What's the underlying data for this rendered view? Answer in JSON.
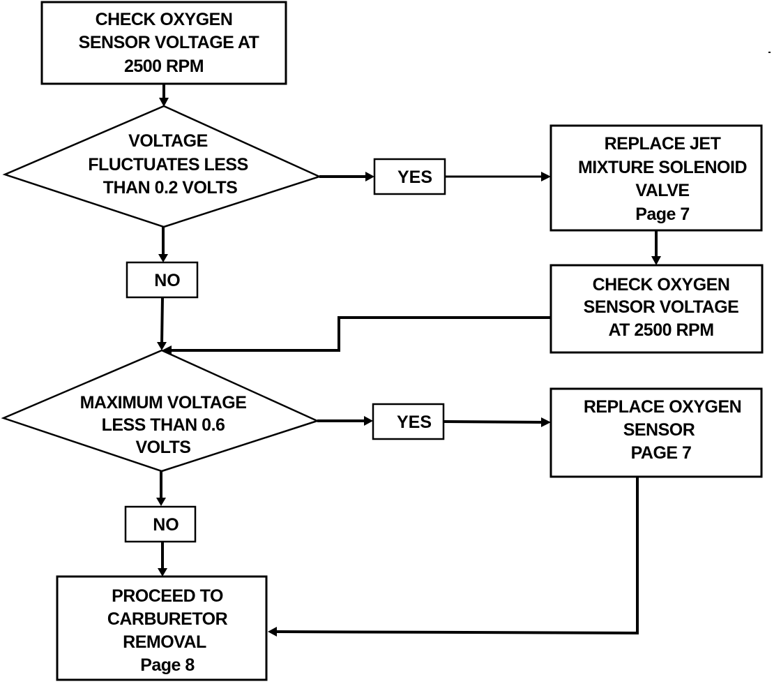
{
  "diagram": {
    "colors": {
      "ink": "#000000",
      "paper": "#ffffff"
    },
    "nodes": {
      "start": {
        "type": "process",
        "lines": [
          "CHECK OXYGEN",
          "SENSOR VOLTAGE AT",
          "2500 RPM"
        ]
      },
      "decision1": {
        "type": "decision",
        "lines": [
          "VOLTAGE",
          "FLUCTUATES LESS",
          "THAN 0.2 VOLTS"
        ]
      },
      "yes1": {
        "type": "label",
        "text": "YES"
      },
      "no1": {
        "type": "label",
        "text": "NO"
      },
      "replace_solenoid": {
        "type": "process",
        "lines": [
          "REPLACE JET",
          "MIXTURE SOLENOID",
          "VALVE",
          "Page 7"
        ]
      },
      "recheck": {
        "type": "process",
        "lines": [
          "CHECK OXYGEN",
          "SENSOR VOLTAGE",
          "AT 2500 RPM"
        ]
      },
      "decision2": {
        "type": "decision",
        "lines": [
          "MAXIMUM VOLTAGE",
          "LESS THAN 0.6",
          "VOLTS"
        ]
      },
      "yes2": {
        "type": "label",
        "text": "YES"
      },
      "no2": {
        "type": "label",
        "text": "NO"
      },
      "replace_sensor": {
        "type": "process",
        "lines": [
          "REPLACE OXYGEN",
          "SENSOR",
          "PAGE 7"
        ]
      },
      "carburetor": {
        "type": "process",
        "lines": [
          "PROCEED TO",
          "CARBURETOR",
          "REMOVAL",
          "Page 8"
        ]
      }
    },
    "edges": [
      {
        "from": "start",
        "to": "decision1"
      },
      {
        "from": "decision1",
        "to": "yes1"
      },
      {
        "from": "yes1",
        "to": "replace_solenoid"
      },
      {
        "from": "decision1",
        "to": "no1"
      },
      {
        "from": "replace_solenoid",
        "to": "recheck"
      },
      {
        "from": "no1",
        "to": "decision2"
      },
      {
        "from": "recheck",
        "to": "decision2"
      },
      {
        "from": "decision2",
        "to": "yes2"
      },
      {
        "from": "yes2",
        "to": "replace_sensor"
      },
      {
        "from": "decision2",
        "to": "no2"
      },
      {
        "from": "no2",
        "to": "carburetor"
      },
      {
        "from": "replace_sensor",
        "to": "carburetor"
      }
    ]
  }
}
